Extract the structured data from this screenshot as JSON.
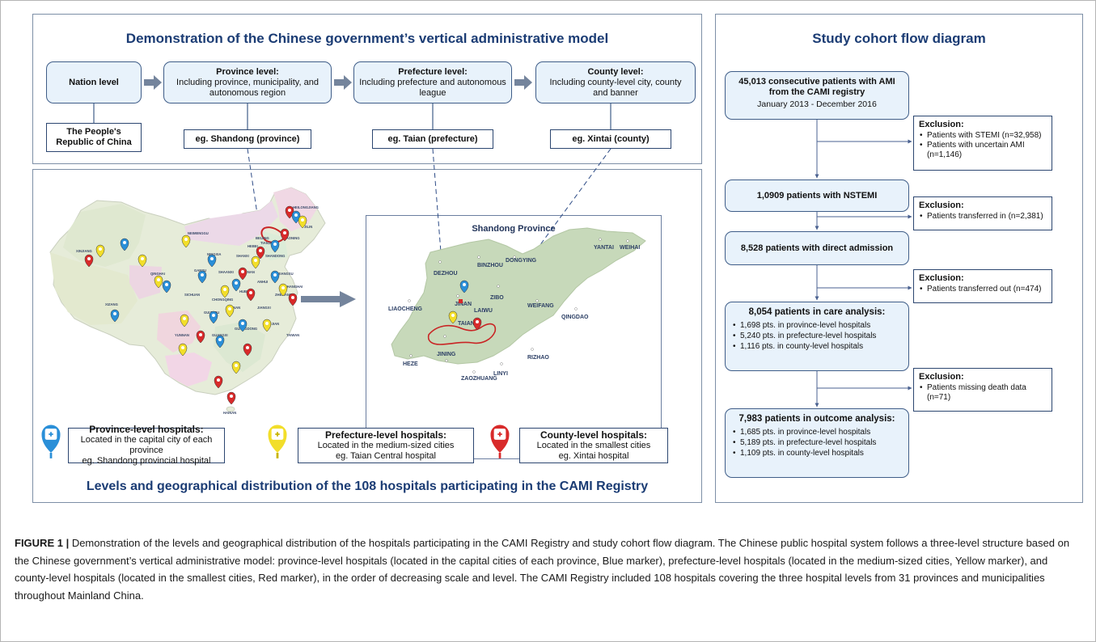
{
  "admin_panel": {
    "title": "Demonstration of the Chinese government’s vertical administrative model",
    "nation": {
      "label": "Nation level",
      "example": "The People's Republic of China"
    },
    "province": {
      "label": "Province level:",
      "desc": "Including province, municipality, and autonomous region",
      "example": "eg. Shandong (province)"
    },
    "prefecture": {
      "label": "Prefecture level:",
      "desc": "Including prefecture and autonomous league",
      "example": "eg. Taian (prefecture)"
    },
    "county": {
      "label": "County level:",
      "desc": "Including county-level city, county and banner",
      "example": "eg. Xintai (county)"
    }
  },
  "map_panel": {
    "title": "Levels and geographical distribution of the 108 hospitals participating in the CAMI Registry",
    "china_provinces": [
      "HEILONGJIANG",
      "JILIN",
      "LIAONING",
      "XINJIANG",
      "NEIMENGGU",
      "BEIJING",
      "TIANJIN",
      "HEBEI",
      "SHANXI",
      "SHANDONG",
      "NINGXIA",
      "QINGHAI",
      "GANSU",
      "SHAANXI",
      "HENAN",
      "JIANGSU",
      "ANHUI",
      "SHANGHAI",
      "XIZANG",
      "SICHUAN",
      "CHONGQING",
      "HUBEI",
      "ZHEJIANG",
      "HUNAN",
      "JIANGXI",
      "GUIZHOU",
      "FUJIAN",
      "YUNNAN",
      "GUANGXI",
      "GUANGDONG",
      "TAIWAN",
      "HAINAN"
    ],
    "shandong": {
      "title": "Shandong Province",
      "cities": [
        "DEZHOU",
        "BINZHOU",
        "DONGYING",
        "YANTAI",
        "WEIHAI",
        "JINAN",
        "ZIBO",
        "LIAOCHENG",
        "LAIWU",
        "WEIFANG",
        "QINGDAO",
        "TAIAN",
        "RIZHAO",
        "HEZE",
        "JINING",
        "LINYI",
        "ZAOZHUANG"
      ]
    },
    "legend": [
      {
        "title": "Province-level hospitals:",
        "line1": "Located in the capital city of each province",
        "line2": "eg. Shandong provincial hospital",
        "color": "#2a8fd8"
      },
      {
        "title": "Prefecture-level hospitals:",
        "line1": "Located in the medium-sized cities",
        "line2": "eg. Taian Central hospital",
        "color": "#f2de2a"
      },
      {
        "title": "County-level hospitals:",
        "line1": "Located in the smallest cities",
        "line2": "eg. Xintai hospital",
        "color": "#d82a2a"
      }
    ]
  },
  "flow_panel": {
    "title": "Study cohort flow diagram",
    "start": {
      "line1": "45,013 consecutive patients with AMI",
      "line2": "from the CAMI registry",
      "line3": "January 2013 - December 2016"
    },
    "excl1": {
      "head": "Exclusion:",
      "items": [
        "Patients with STEMI (n=32,958)",
        "Patients with uncertain AMI (n=1,146)"
      ]
    },
    "nstemi": "1,0909 patients with NSTEMI",
    "excl2": {
      "head": "Exclusion:",
      "items": [
        "Patients transferred in (n=2,381)"
      ]
    },
    "direct": "8,528 patients with direct admission",
    "excl3": {
      "head": "Exclusion:",
      "items": [
        "Patients transferred out (n=474)"
      ]
    },
    "care": {
      "title": "8,054 patients in care analysis:",
      "items": [
        "1,698 pts. in province-level hospitals",
        "5,240 pts. in prefecture-level hospitals",
        "1,116 pts. in county-level hospitals"
      ]
    },
    "excl4": {
      "head": "Exclusion:",
      "items": [
        "Patients missing death data (n=71)"
      ]
    },
    "outcome": {
      "title": "7,983 patients in outcome analysis:",
      "items": [
        "1,685 pts. in province-level hospitals",
        "5,189 pts. in prefecture-level hospitals",
        "1,109 pts. in county-level hospitals"
      ]
    }
  },
  "caption": {
    "label": "FIGURE 1 |",
    "text": " Demonstration of the levels and geographical distribution of the hospitals participating in the CAMI Registry and study cohort flow diagram. The Chinese public hospital system follows a three-level structure based on the Chinese government’s vertical administrative model: province-level hospitals (located in the capital cities of each province, Blue marker), prefecture-level hospitals (located in the medium-sized cities, Yellow marker), and county-level hospitals (located in the smallest cities, Red marker), in the order of decreasing scale and level. The CAMI Registry included 108 hospitals covering the three hospital levels from 31 provinces and municipalities throughout Mainland China."
  }
}
